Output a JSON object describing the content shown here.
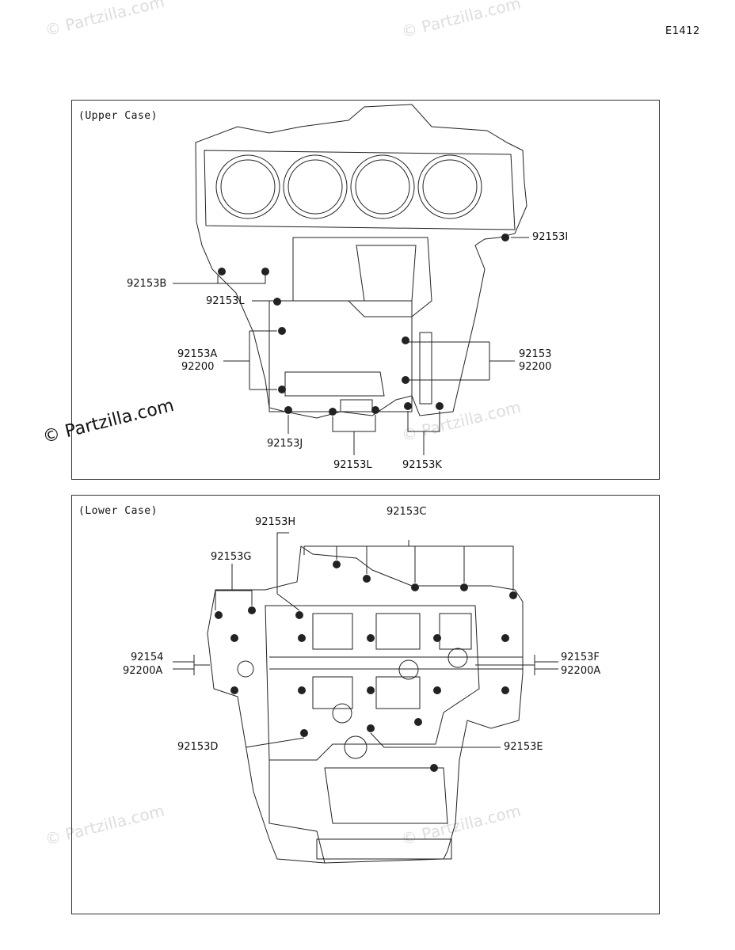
{
  "ref_code": "E1412",
  "watermark": "© Partzilla.com",
  "upper": {
    "title": "(Upper Case)",
    "labels": {
      "l92153I": "92153I",
      "l92153B": "92153B",
      "l92153L_a": "92153L",
      "l92153A": "92153A",
      "l92200_a": "92200",
      "l92153": "92153",
      "l92200_b": "92200",
      "l92153J": "92153J",
      "l92153L_b": "92153L",
      "l92153K": "92153K"
    }
  },
  "lower": {
    "title": "(Lower Case)",
    "labels": {
      "l92153H": "92153H",
      "l92153C": "92153C",
      "l92153G": "92153G",
      "l92154": "92154",
      "l92200A_a": "92200A",
      "l92153F": "92153F",
      "l92200A_b": "92200A",
      "l92153D": "92153D",
      "l92153E": "92153E"
    }
  }
}
